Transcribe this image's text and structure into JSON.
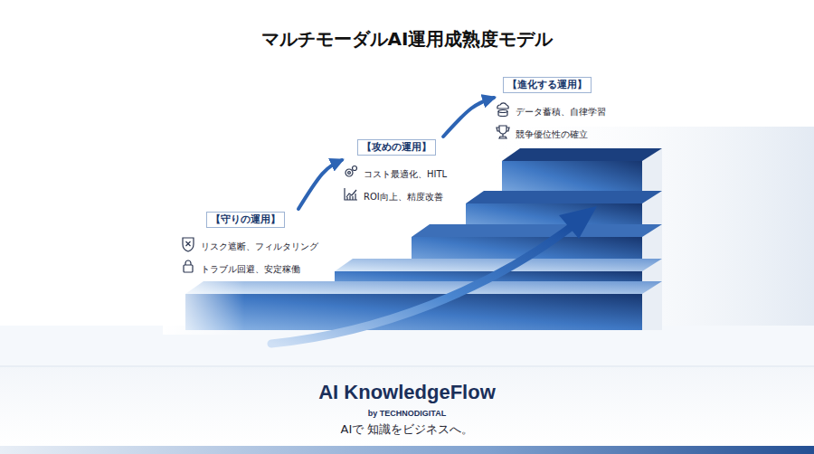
{
  "diagram": {
    "title": "マルチモーダルAI運用成熟度モデル",
    "nodes": [
      {
        "text": [
          "【守りの運用】",
          "リスク遮断、フィルタリング",
          "トラブル回避、安定稼働"
        ]
      },
      {
        "text": [
          "【攻めの運用】",
          "コスト最適化、HITL",
          "ROI向上、精度改善"
        ]
      },
      {
        "text": [
          "【進化する運用】",
          "データ蓄積、自律学習",
          "競争優位性の確立"
        ]
      }
    ],
    "edges": [
      {
        "from": 0,
        "to": 1,
        "arrow": "to"
      },
      {
        "from": 1,
        "to": 2,
        "arrow": "to"
      }
    ],
    "labels": [
      "AI KnowledgeFlow",
      "by TECHNODIGITAL",
      "AIで 知識をビジネスへ。"
    ]
  }
}
